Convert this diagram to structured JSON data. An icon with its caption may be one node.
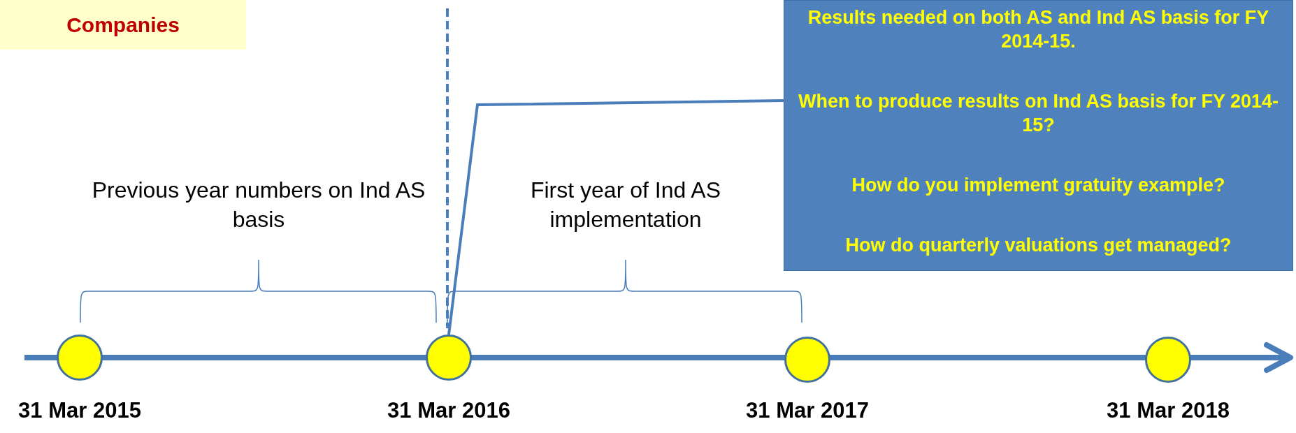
{
  "diagram": {
    "nodes": [
      {
        "text": [
          "Companies"
        ]
      },
      {
        "text": [
          "Results needed on both AS and Ind AS basis for FY 2014-15.",
          "When to produce results on Ind AS basis for FY 2014-15?",
          "How do you implement gratuity example?",
          "How do quarterly valuations get managed?"
        ]
      },
      {
        "text": [],
        "shape": "circle",
        "beside": [
          "31 Mar 2015"
        ]
      },
      {
        "text": [],
        "shape": "circle",
        "beside": [
          "31 Mar 2016"
        ]
      },
      {
        "text": [],
        "shape": "circle",
        "beside": [
          "31 Mar 2017"
        ]
      },
      {
        "text": [],
        "shape": "circle",
        "beside": [
          "31 Mar 2018"
        ]
      }
    ],
    "edges": [
      {
        "from": 1,
        "to": 3,
        "arrow": "none"
      }
    ],
    "labels": [
      "Previous year numbers on Ind AS basis",
      "First year of Ind AS implementation"
    ]
  }
}
